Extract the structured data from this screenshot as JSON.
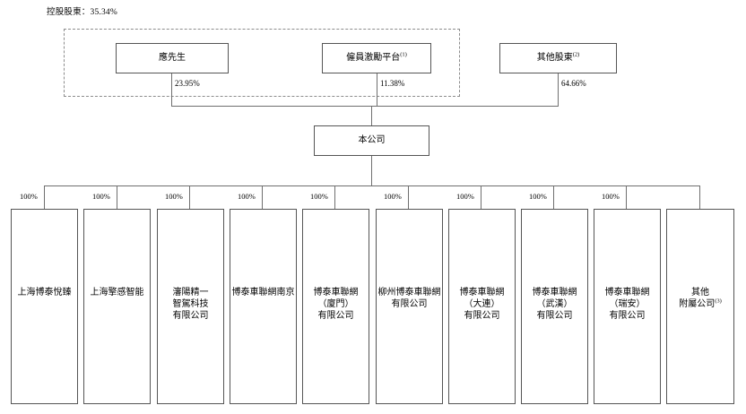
{
  "diagram": {
    "caption": "控股股東：35.34%",
    "top_tier": [
      {
        "name": "應先生",
        "sup": "",
        "stake": "23.95%"
      },
      {
        "name": "僱員激勵平台",
        "sup": "(1)",
        "stake": "11.38%"
      },
      {
        "name": "其他股東",
        "sup": "(2)",
        "stake": "64.66%"
      }
    ],
    "company": {
      "name": "本公司"
    },
    "subsidiary_stake": "100%",
    "subsidiaries": [
      {
        "lines": [
          "上海博泰悅臻"
        ],
        "sup": "",
        "stake": "100%"
      },
      {
        "lines": [
          "上海擎感智能"
        ],
        "sup": "",
        "stake": "100%"
      },
      {
        "lines": [
          "瀋陽精一",
          "智駕科技",
          "有限公司"
        ],
        "sup": "",
        "stake": "100%"
      },
      {
        "lines": [
          "博泰車聯網南京"
        ],
        "sup": "",
        "stake": "100%"
      },
      {
        "lines": [
          "博泰車聯網",
          "（廈門）",
          "有限公司"
        ],
        "sup": "",
        "stake": "100%"
      },
      {
        "lines": [
          "柳州博泰車聯網",
          "有限公司"
        ],
        "sup": "",
        "stake": "100%"
      },
      {
        "lines": [
          "博泰車聯網",
          "（大連）",
          "有限公司"
        ],
        "sup": "",
        "stake": "100%"
      },
      {
        "lines": [
          "博泰車聯網",
          "（武漢）",
          "有限公司"
        ],
        "sup": "",
        "stake": "100%"
      },
      {
        "lines": [
          "博泰車聯網",
          "（瑞安）",
          "有限公司"
        ],
        "sup": "",
        "stake": "100%"
      },
      {
        "lines": [
          "其他",
          "附屬公司"
        ],
        "sup": "(3)",
        "stake": ""
      }
    ]
  },
  "colors": {
    "box_border": "#555555",
    "line": "#6f6f6f",
    "dashed_border": "#8c8c8c",
    "background": "#ffffff",
    "text": "#000000"
  }
}
